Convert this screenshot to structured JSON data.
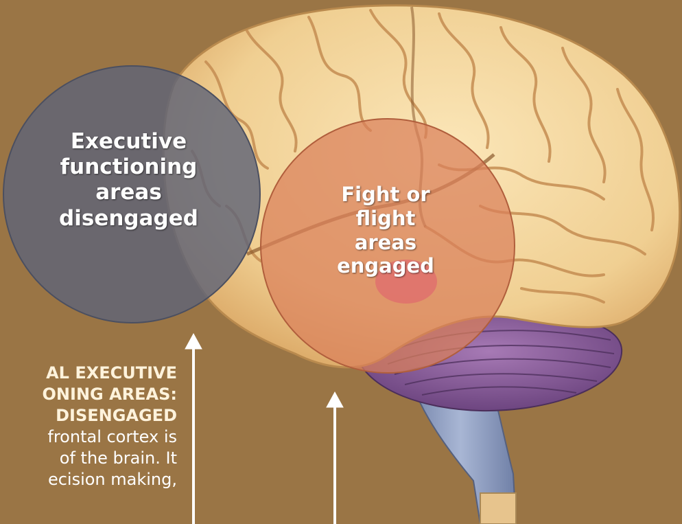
{
  "colors": {
    "background": "#9a7545",
    "brain": "#f2d29a",
    "executive_circle": "#5f6478",
    "fight_circle": "#d9805a",
    "cerebellum": "#8a5a9a",
    "brainstem": "#8d9cbc",
    "arrow": "#ffffff"
  },
  "labels": {
    "executive_lines": [
      "Executive",
      "functioning",
      "areas",
      "disengaged"
    ],
    "fight_lines": [
      "Fight or",
      "flight",
      "areas",
      "engaged"
    ]
  },
  "side_text": {
    "heading_lines": [
      "AL EXECUTIVE",
      "ONING AREAS:",
      "DISENGAGED"
    ],
    "para_lines": [
      "frontal cortex is",
      "of the brain. It",
      "ecision making,"
    ]
  }
}
